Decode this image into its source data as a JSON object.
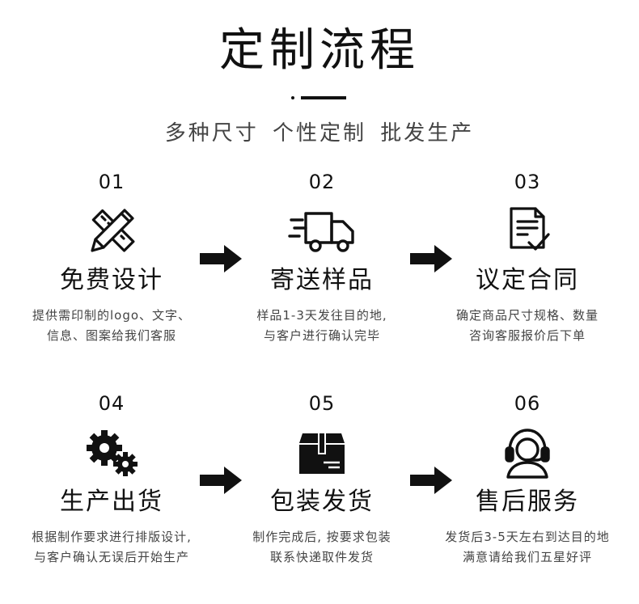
{
  "header": {
    "title": "定制流程",
    "subtitle": "多种尺寸  个性定制  批发生产"
  },
  "steps": [
    {
      "num": "01",
      "icon": "design-tools-icon",
      "name": "免费设计",
      "desc": [
        "提供需印制的logo、文字、",
        "信息、图案给我们客服"
      ]
    },
    {
      "num": "02",
      "icon": "delivery-truck-icon",
      "name": "寄送样品",
      "desc": [
        "样品1-3天发往目的地,",
        "与客户进行确认完毕"
      ]
    },
    {
      "num": "03",
      "icon": "contract-document-icon",
      "name": "议定合同",
      "desc": [
        "确定商品尺寸规格、数量",
        "咨询客服报价后下单"
      ]
    },
    {
      "num": "04",
      "icon": "gears-icon",
      "name": "生产出货",
      "desc": [
        "根据制作要求进行排版设计,",
        "与客户确认无误后开始生产"
      ]
    },
    {
      "num": "05",
      "icon": "package-box-icon",
      "name": "包装发货",
      "desc": [
        "制作完成后, 按要求包装",
        "联系快递取件发货"
      ]
    },
    {
      "num": "06",
      "icon": "customer-service-headset-icon",
      "name": "售后服务",
      "desc": [
        "发货后3-5天左右到达目的地",
        "满意请给我们五星好评"
      ]
    }
  ]
}
